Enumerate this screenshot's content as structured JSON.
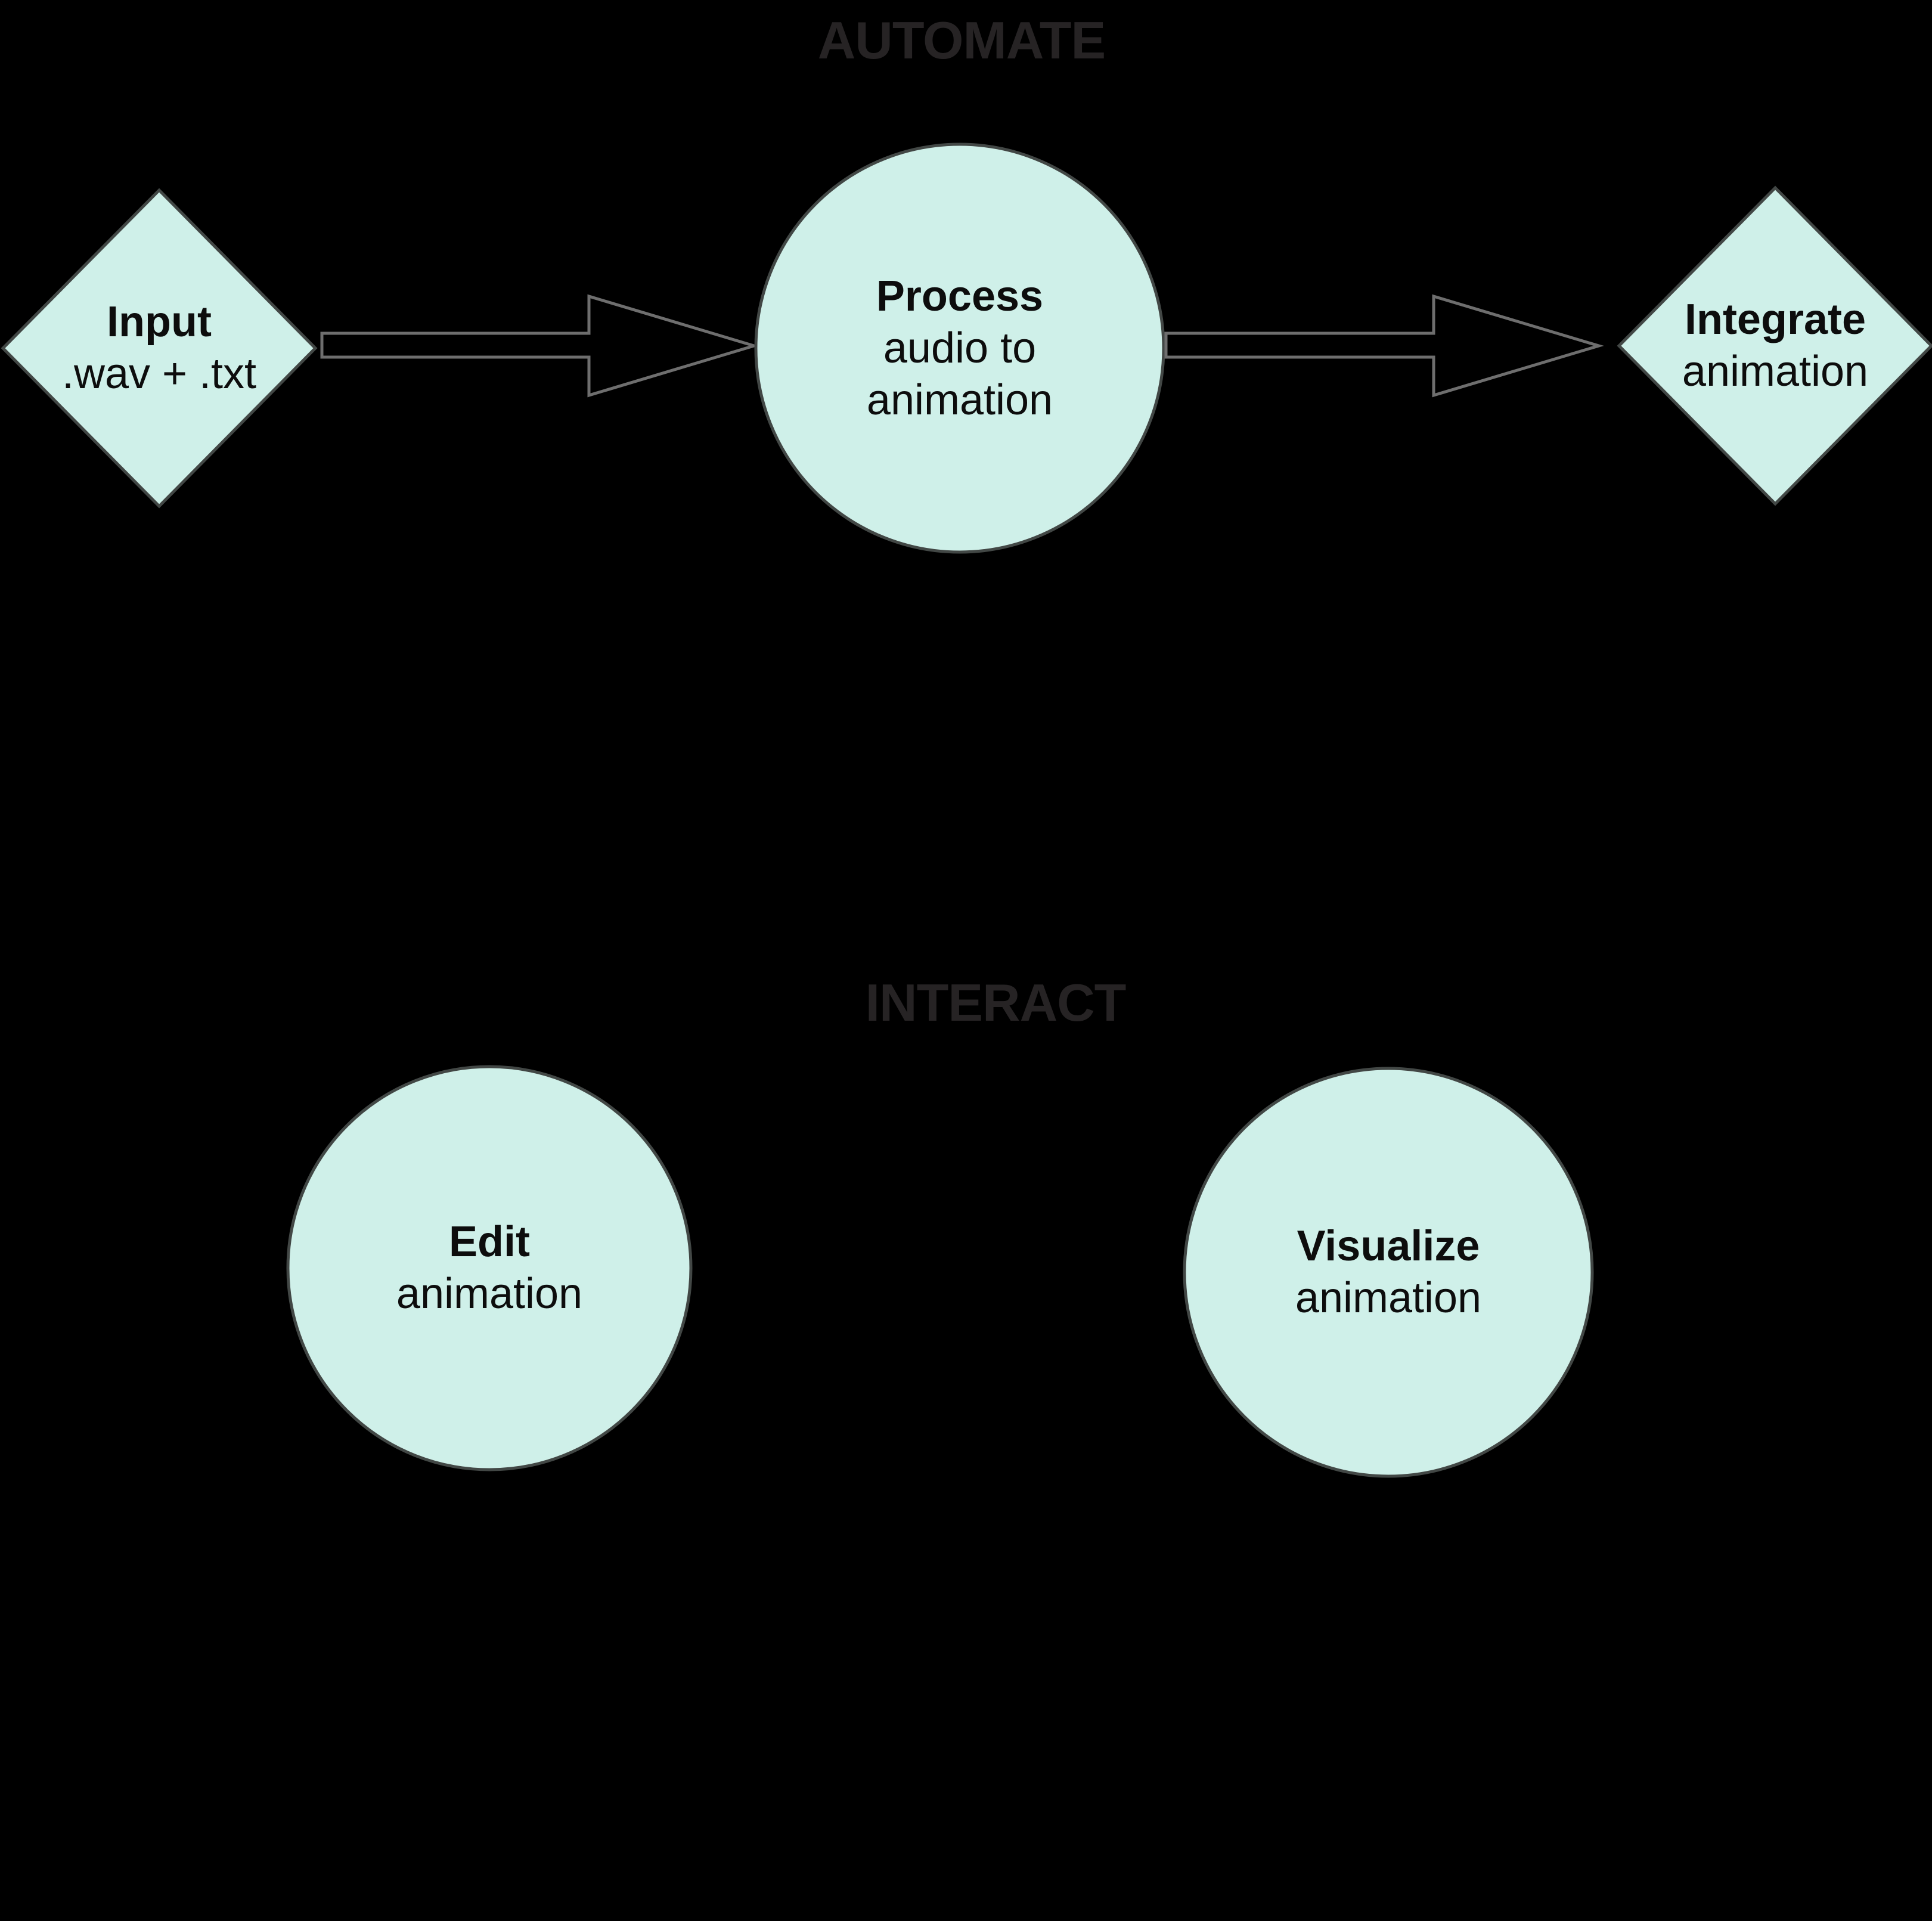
{
  "sections": {
    "automate": {
      "label": "AUTOMATE"
    },
    "interact": {
      "label": "INTERACT"
    }
  },
  "nodes": {
    "input": {
      "shape": "diamond",
      "title": "Input",
      "subtitle": ".wav + .txt"
    },
    "process": {
      "shape": "circle",
      "title": "Process",
      "subtitle_line1": "audio to",
      "subtitle_line2": "animation"
    },
    "integrate": {
      "shape": "diamond",
      "title": "Integrate",
      "subtitle": "animation"
    },
    "edit": {
      "shape": "circle",
      "title": "Edit",
      "subtitle": "animation"
    },
    "visualize": {
      "shape": "circle",
      "title": "Visualize",
      "subtitle": "animation"
    }
  },
  "connections": [
    {
      "from": "input",
      "to": "process",
      "type": "hollow-arrow"
    },
    {
      "from": "process",
      "to": "integrate",
      "type": "hollow-arrow"
    }
  ],
  "colors": {
    "background": "#000000",
    "node_fill": "#cff0e9",
    "node_border": "#424745",
    "arrow_outline": "#6e6e6e",
    "section_title_text": "#262324",
    "node_text": "#0d0d0d"
  }
}
